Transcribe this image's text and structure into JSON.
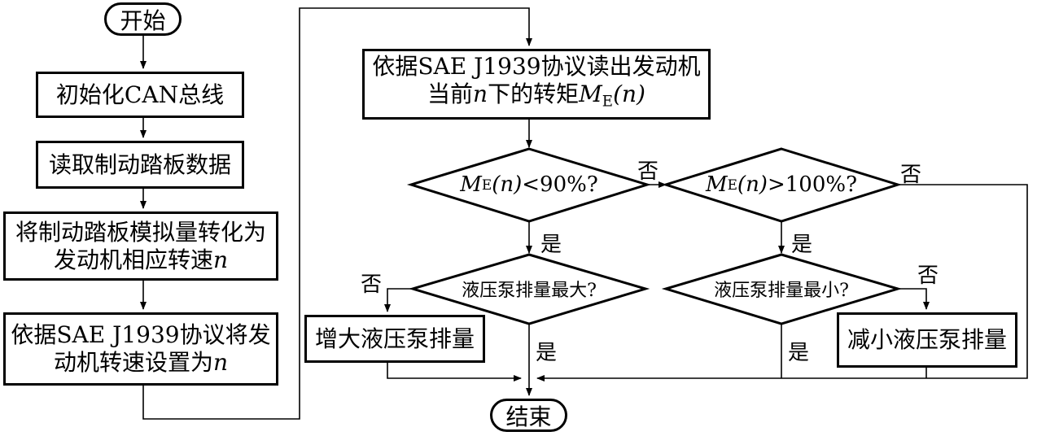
{
  "start": "开始",
  "end": "结束",
  "steps": {
    "init_can": "初始化CAN总线",
    "read_pedal": "读取制动踏板数据",
    "convert_line1": "将制动踏板模拟量转化为",
    "convert_line2_text": "发动机相应转速",
    "var_n": "n",
    "set_speed_line1": "依据SAE J1939协议将发",
    "set_speed_line2_text": "动机转速设置为",
    "read_torque_line1": "依据SAE J1939协议读出发动机",
    "read_torque_line2_pre": "当前",
    "read_torque_line2_mid": "下的转矩",
    "torque_symbol": "M",
    "torque_sub": "E",
    "torque_arg": "(n)",
    "increase_pump": "增大液压泵排量",
    "decrease_pump": "减小液压泵排量"
  },
  "decisions": {
    "lt90_suffix": "<90%?",
    "gt100_suffix": ">100%?",
    "pump_max": "液压泵排量最大?",
    "pump_min": "液压泵排量最小?"
  },
  "labels": {
    "yes": "是",
    "no": "否"
  }
}
